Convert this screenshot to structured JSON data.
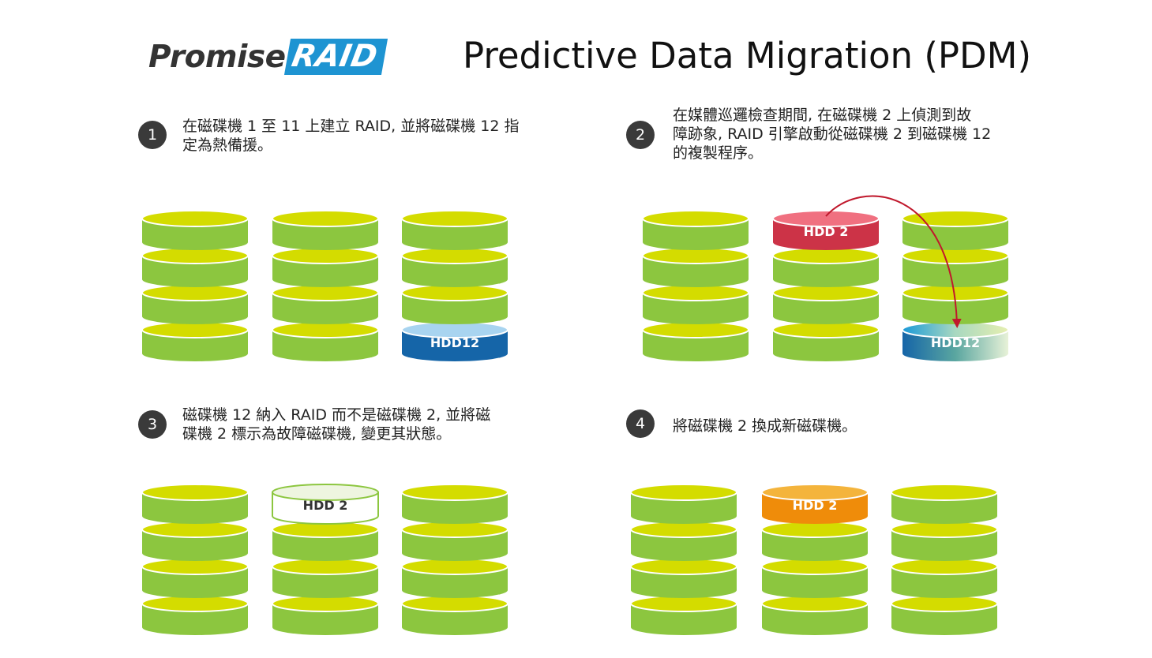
{
  "logo": {
    "promise": "Promise",
    "raid": "RAID"
  },
  "title": "Predictive Data Migration (PDM)",
  "steps": [
    {
      "number": "1",
      "text_lines": [
        "在磁碟機 1 至 11 上建立 RAID, 並將磁碟機 12 指",
        "定為熱備援。"
      ]
    },
    {
      "number": "2",
      "text_lines": [
        "在媒體巡邏檢查期間, 在磁碟機 2 上偵測到故",
        "障跡象, RAID 引擎啟動從磁碟機 2 到磁碟機 12",
        "的複製程序。"
      ]
    },
    {
      "number": "3",
      "text_lines": [
        "磁碟機 12 納入 RAID 而不是磁碟機 2, 並將磁",
        "碟機 2 標示為故障磁碟機, 變更其狀態。"
      ]
    },
    {
      "number": "4",
      "text_lines": [
        "將磁碟機 2 換成新磁碟機。"
      ]
    }
  ],
  "disk_labels": {
    "s1_hdd12": "HDD12",
    "s2_hdd2": "HDD 2",
    "s2_hdd12": "HDD12",
    "s3_hdd2": "HDD 2",
    "s4_hdd2": "HDD 2"
  },
  "colors": {
    "disk_side": "#8cc63f",
    "disk_top": "#d4dc00",
    "spare_blue": "#1565a8",
    "spare_top": "#a8d4f0",
    "failing_red": "#cc3347",
    "failing_top": "#f07080",
    "new_orange": "#ef8c0a",
    "new_top": "#f4b43c",
    "arrow": "#c0182c",
    "logo_blue": "#1e94d2"
  }
}
